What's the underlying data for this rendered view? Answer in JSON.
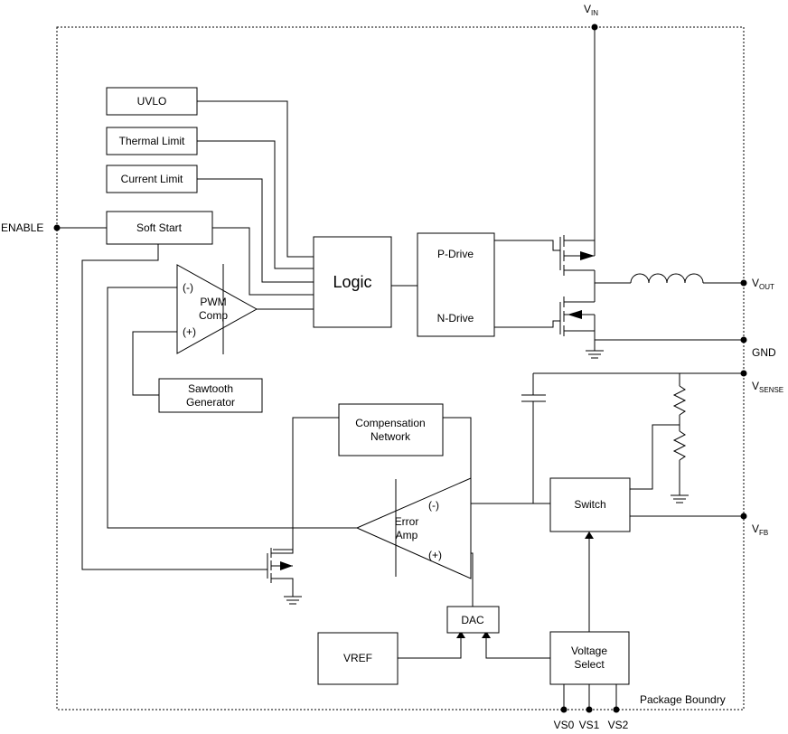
{
  "blocks": {
    "uvlo": "UVLO",
    "thermal_limit": "Thermal Limit",
    "current_limit": "Current Limit",
    "soft_start": "Soft Start",
    "logic": "Logic",
    "p_drive": "P-Drive",
    "n_drive": "N-Drive",
    "pwm_comp": [
      "PWM",
      "Comp"
    ],
    "pwm_minus": "(-)",
    "pwm_plus": "(+)",
    "sawtooth": [
      "Sawtooth",
      "Generator"
    ],
    "compensation": [
      "Compensation",
      "Network"
    ],
    "error_amp": [
      "Error",
      "Amp"
    ],
    "err_minus": "(-)",
    "err_plus": "(+)",
    "switch": "Switch",
    "dac": "DAC",
    "vref": "VREF",
    "voltage_select": [
      "Voltage",
      "Select"
    ]
  },
  "pins": {
    "vin": {
      "main": "V",
      "sub": "IN"
    },
    "enable": "ENABLE",
    "vout": {
      "main": "V",
      "sub": "OUT"
    },
    "gnd": "GND",
    "vsense": {
      "main": "V",
      "sub": "SENSE"
    },
    "vfb": {
      "main": "V",
      "sub": "FB"
    },
    "vs0": "VS0",
    "vs1": "VS1",
    "vs2": "VS2"
  },
  "package_label": "Package Boundry"
}
